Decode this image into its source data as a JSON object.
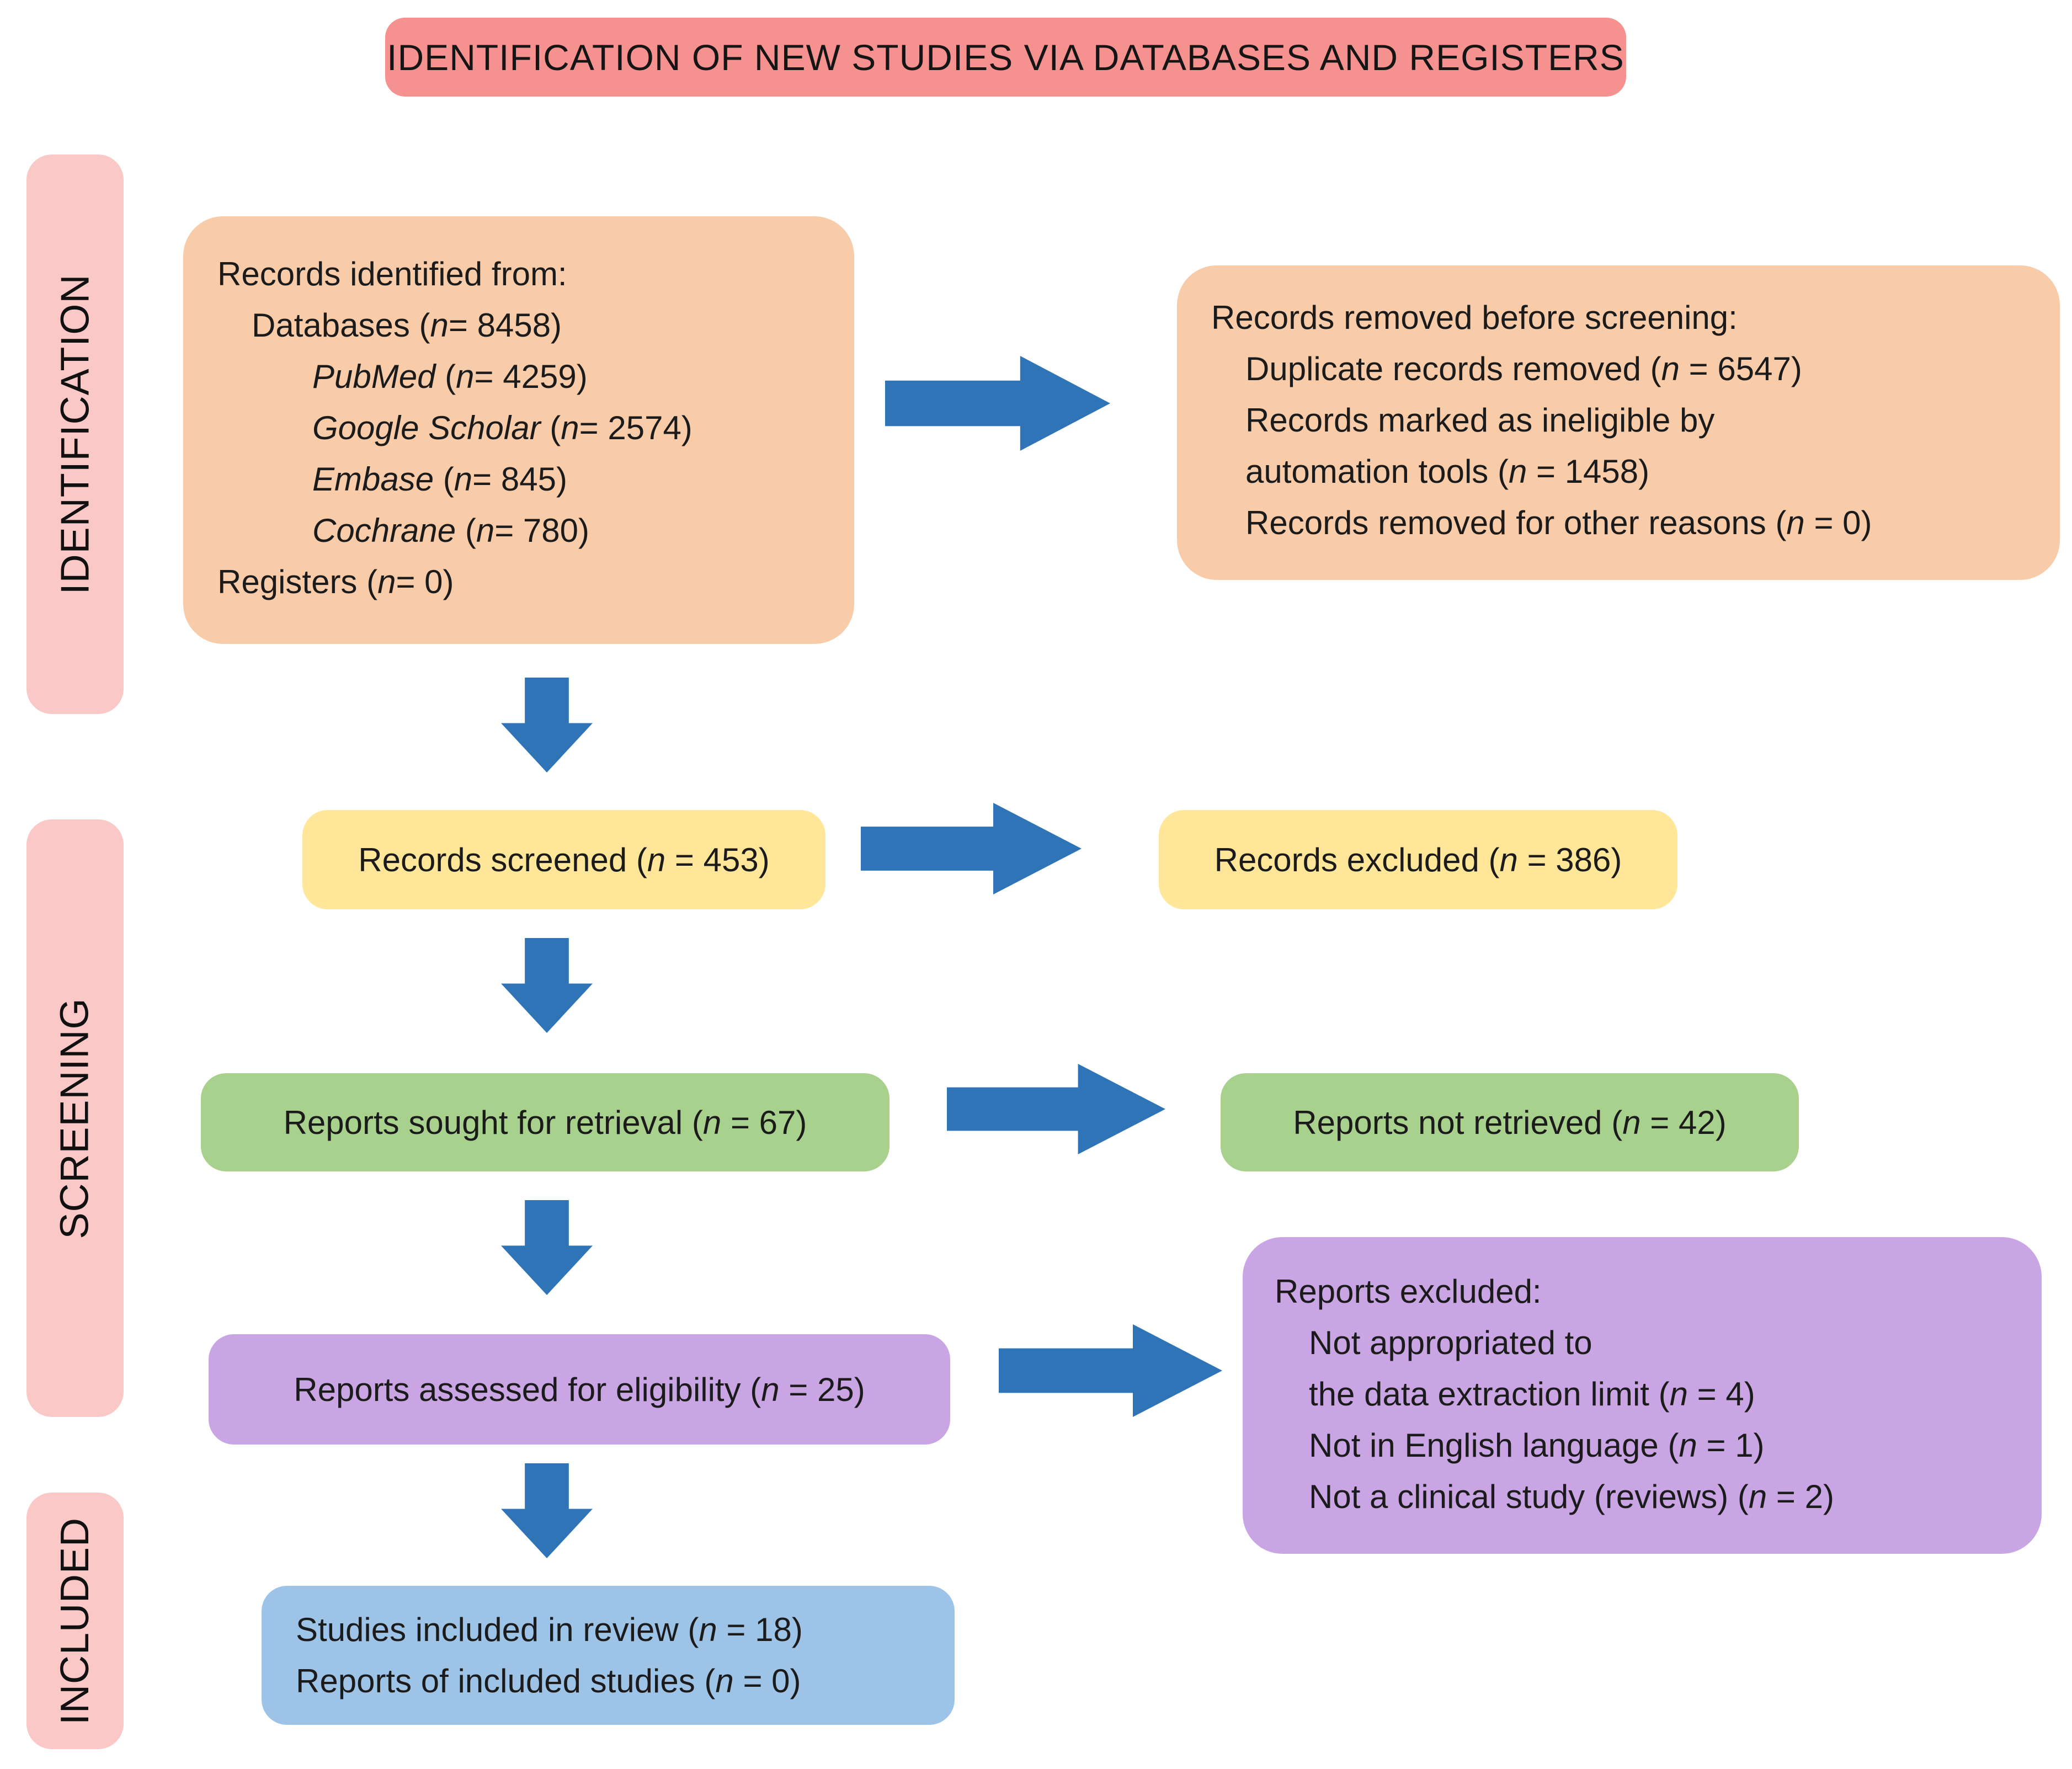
{
  "title": {
    "label": "IDENTIFICATION OF NEW STUDIES VIA DATABASES AND REGISTERS"
  },
  "sidebar": {
    "identification": "IDENTIFICATION",
    "screening": "SCREENING",
    "included": "INCLUDED"
  },
  "boxes": {
    "records_identified": {
      "lines": [
        "Records identified from:",
        "Databases (n= 8458)",
        "PubMed (n= 4259)",
        "Google Scholar (n= 2574)",
        "Embase (n= 845)",
        "Cochrane (n= 780)",
        "Registers (n= 0)"
      ]
    },
    "records_removed": {
      "lines": [
        "Records removed before screening:",
        "Duplicate records removed (n = 6547)",
        "Records marked as ineligible by",
        "automation tools (n = 1458)",
        "Records removed for other reasons (n = 0)"
      ]
    },
    "records_screened": {
      "label": "Records screened (n = 453)"
    },
    "records_excluded": {
      "label": "Records excluded (n = 386)"
    },
    "reports_sought": {
      "label": "Reports sought for retrieval (n = 67)"
    },
    "reports_not_retrieved": {
      "label": "Reports not retrieved (n = 42)"
    },
    "reports_assessed": {
      "label": "Reports assessed for eligibility (n = 25)"
    },
    "reports_excluded": {
      "lines": [
        "Reports excluded:",
        "Not appropriated to",
        "the data extraction limit (n = 4)",
        "Not in English language (n = 1)",
        "Not a clinical study (reviews) (n = 2)"
      ]
    },
    "studies_included": {
      "lines": [
        "Studies included in review (n = 18)",
        "Reports of included studies (n = 0)"
      ]
    }
  },
  "colors": {
    "banner_bg": "#F5918E",
    "sidebar_bg": "#FAC9C7",
    "orange_bg": "#F8CBA9",
    "yellow_bg": "#FFE699",
    "green_bg": "#A9D18E",
    "purple_bg": "#C9A5E4",
    "blue_box_bg": "#9DC3E6",
    "arrow": "#2E74B6",
    "text": "#1B1B1B"
  }
}
